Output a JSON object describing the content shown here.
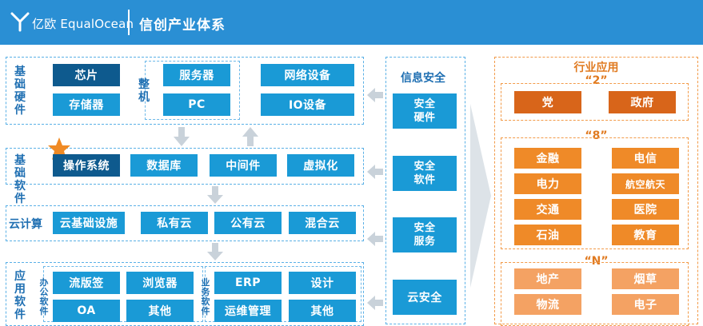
{
  "header": {
    "logo_text": "亿欧 EqualOcean",
    "title": "信创产业体系"
  },
  "hardware": {
    "label": "基础硬件",
    "chip": "芯片",
    "storage": "存储器",
    "machine_label": "整机",
    "server": "服务器",
    "pc": "PC",
    "network": "网络设备",
    "io": "IO设备"
  },
  "software": {
    "label": "基础软件",
    "os": "操作系统",
    "database": "数据库",
    "middleware": "中间件",
    "virtualization": "虚拟化"
  },
  "cloud": {
    "label": "云计算",
    "infra": "云基础设施",
    "private": "私有云",
    "public": "公有云",
    "hybrid": "混合云"
  },
  "apps": {
    "label": "应用软件",
    "office_label": "办公软件",
    "format_sign": "流版签",
    "browser": "浏览器",
    "oa": "OA",
    "other1": "其他",
    "business_label": "业务软件",
    "erp": "ERP",
    "design": "设计",
    "ops": "运维管理",
    "other2": "其他"
  },
  "security": {
    "title": "信息安全",
    "hardware": "安全硬件",
    "software": "安全软件",
    "service": "安全服务",
    "cloud": "云安全"
  },
  "industry": {
    "title": "行业应用",
    "group2_label": "“2”",
    "party": "党",
    "government": "政府",
    "group8_label": "“8”",
    "finance": "金融",
    "telecom": "电信",
    "power": "电力",
    "aviation": "航空航天",
    "transport": "交通",
    "medical": "医院",
    "petroleum": "石油",
    "education": "教育",
    "groupN_label": "“N”",
    "real_estate": "地产",
    "tobacco": "烟草",
    "logistics": "物流",
    "electronics": "电子"
  },
  "colors": {
    "header": "#2a8fd4",
    "box_blue": "#1a9ad6",
    "box_navy": "#0e5a8e",
    "orange_dark": "#d8651a",
    "orange_mid": "#ef8a28",
    "orange_light": "#f4a263",
    "star": "#f08a24"
  }
}
